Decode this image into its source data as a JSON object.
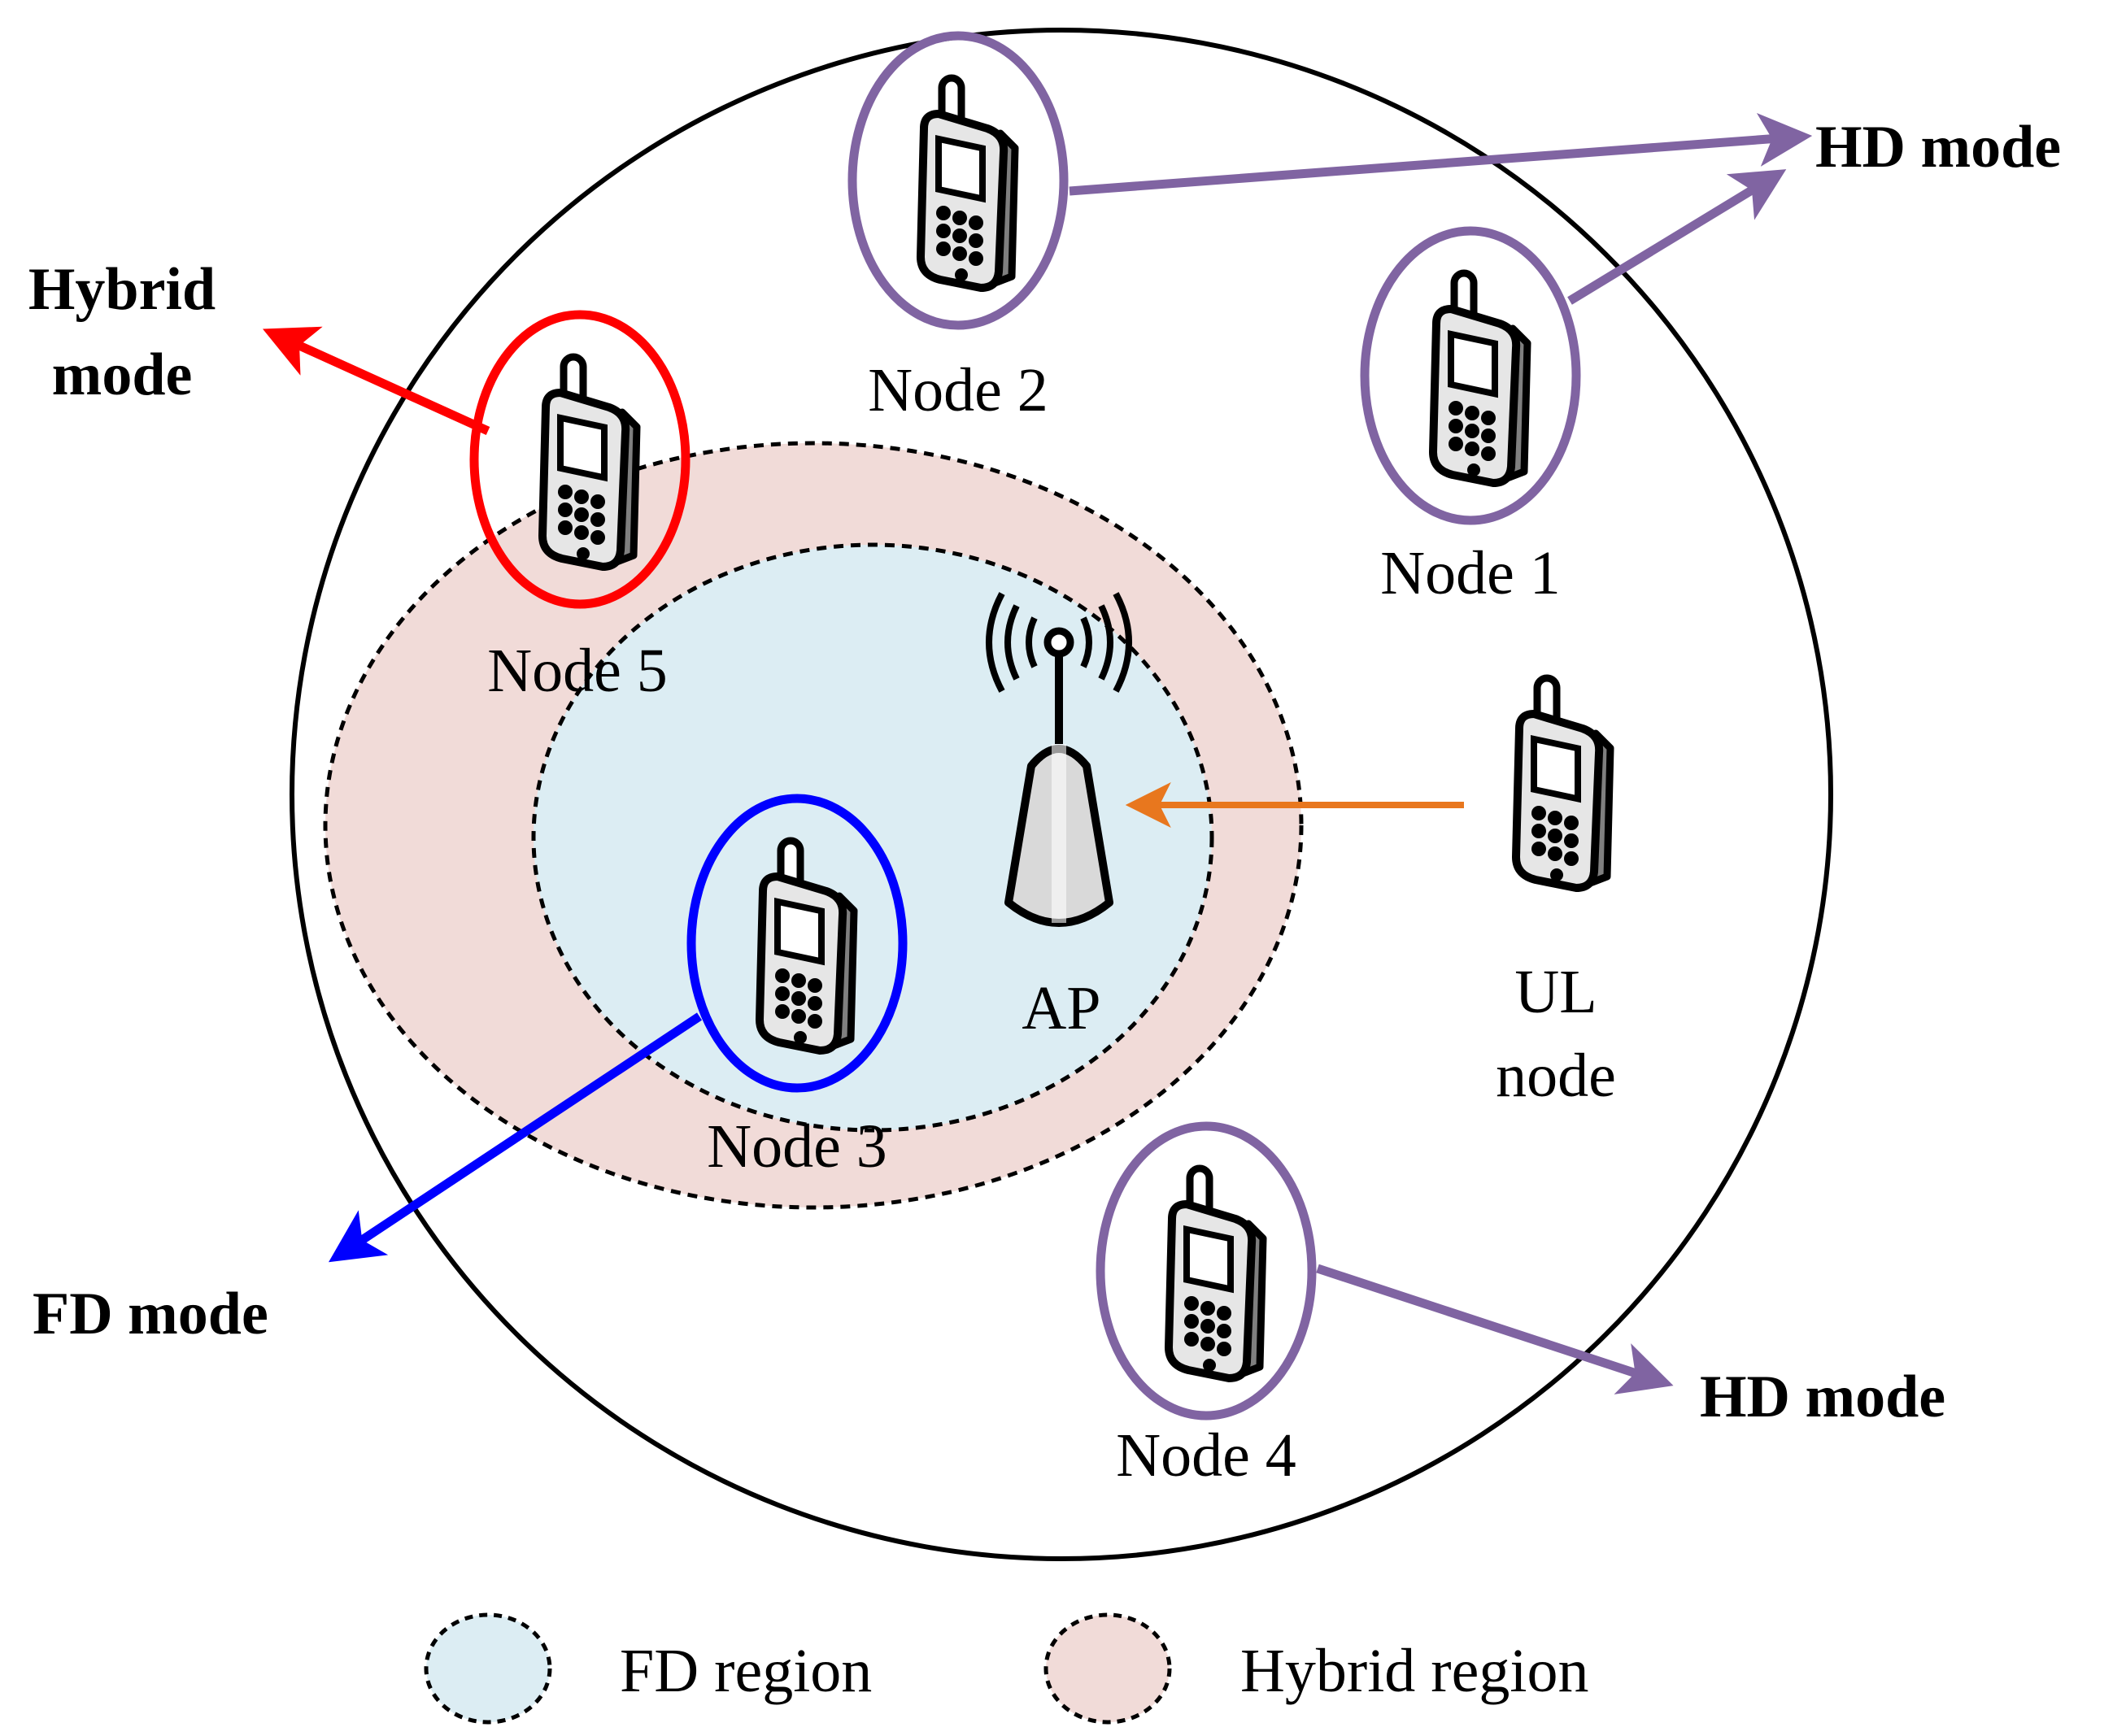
{
  "nodes": {
    "node1": "Node 1",
    "node2": "Node 2",
    "node3": "Node 3",
    "node4": "Node 4",
    "node5": "Node 5",
    "ap": "AP",
    "ul_line1": "UL",
    "ul_line2": "node"
  },
  "modes": {
    "hd_top": "HD mode",
    "hd_bottom": "HD mode",
    "fd": "FD mode",
    "hybrid_line1": "Hybrid",
    "hybrid_line2": "mode"
  },
  "legend": {
    "fd_region": "FD region",
    "hybrid_region": "Hybrid region"
  },
  "colors": {
    "fd_region": "#dcedf3",
    "hybrid_region": "#f1dbd8",
    "hd": "#8064a2",
    "fd": "#0000ff",
    "hybrid": "#ff0000",
    "ul": "#e8771e"
  },
  "icons": [
    "phone-icon",
    "access-point-icon"
  ]
}
